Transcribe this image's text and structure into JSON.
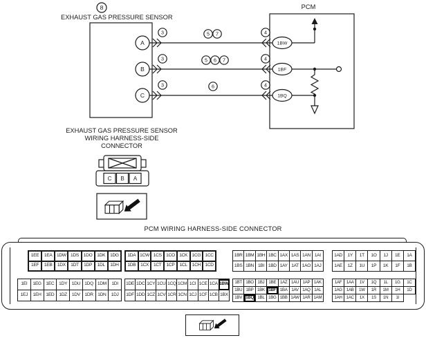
{
  "ink": "#1a1a1a",
  "diagram": {
    "circuit_number": "8",
    "sensor": {
      "label": "EXHAUST GAS PRESSURE SENSOR",
      "pins": [
        "A",
        "B",
        "C"
      ]
    },
    "pcm": {
      "label": "PCM",
      "terminals": [
        "1BW",
        "1BF",
        "1BQ"
      ]
    },
    "callouts": {
      "a_left": "3",
      "a_mid1": "5",
      "a_mid2": "7",
      "a_right": "4",
      "b_left": "3",
      "b_mid1": "5",
      "b_mid2": "6",
      "b_mid3": "7",
      "b_right": "4",
      "c_left": "3",
      "c_mid1": "6",
      "c_right": "4"
    }
  },
  "sensor_connector": {
    "title_lines": [
      "EXHAUST GAS PRESSURE SENSOR",
      "WIRING HARNESS-SIDE",
      "CONNECTOR"
    ],
    "pins": [
      "C",
      "B",
      "A"
    ]
  },
  "pcm_connector": {
    "title": "PCM WIRING HARNESS-SIDE CONNECTOR",
    "highlight_terminals": [
      "1BW",
      "1BF",
      "1BQ"
    ],
    "grids": [
      {
        "id": "top-1",
        "bold": true,
        "rows": [
          [
            "1EE",
            "1EA",
            "1DW",
            "1DS",
            "1DO",
            "1DK",
            "1DG"
          ],
          [
            "1EF",
            "1EB",
            "1DX",
            "1DT",
            "1DP",
            "1DL",
            "1DH"
          ]
        ]
      },
      {
        "id": "top-2",
        "bold": true,
        "rows": [
          [
            "1DA",
            "1CW",
            "1CS",
            "1CO",
            "1CK",
            "1CG",
            "1CC"
          ],
          [
            "1DB",
            "1CX",
            "1CT",
            "1CP",
            "1CL",
            "1CH",
            "1CD"
          ]
        ]
      },
      {
        "id": "top-3",
        "bold": false,
        "rows": [
          [
            "1BR",
            "1BM",
            "1BH",
            "1BC",
            "1AX",
            "1AS",
            "1AN",
            "1AI"
          ],
          [
            "1BS",
            "1BN",
            "1BI",
            "1BD",
            "1AY",
            "1AT",
            "1AO",
            "1AJ"
          ]
        ]
      },
      {
        "id": "top-4",
        "bold": false,
        "rows": [
          [
            "1AD",
            "1Y",
            "1T",
            "1O",
            "1J",
            "1E",
            "1A"
          ],
          [
            "1AE",
            "1Z",
            "1U",
            "1P",
            "1K",
            "1F",
            "1B"
          ]
        ]
      },
      {
        "id": "bottom-1",
        "bold": false,
        "rows": [
          [
            "1EI",
            "1EG",
            "1EC",
            "1DY",
            "1DU",
            "1DQ",
            "1DM",
            "1DI"
          ],
          [
            "1EJ",
            "1EH",
            "1ED",
            "1DZ",
            "1DV",
            "1DR",
            "1DN",
            "1DJ"
          ]
        ]
      },
      {
        "id": "bottom-2",
        "bold": false,
        "rows": [
          [
            "1DE",
            "1DC",
            "1CY",
            "1CU",
            "1CQ",
            "1CM",
            "1CI",
            "1CE",
            "1CA",
            "1BW"
          ],
          [
            "1DF",
            "1DD",
            "1CZ",
            "1CV",
            "1CR",
            "1CN",
            "1CJ",
            "1CF",
            "1CB",
            "1BX"
          ]
        ]
      },
      {
        "id": "bottom-3",
        "bold": false,
        "rows": [
          [
            "1BT",
            "1BO",
            "1BJ",
            "1BE",
            "1AZ",
            "1AU",
            "1AP",
            "1AK"
          ],
          [
            "1BU",
            "1BP",
            "1BK",
            "1BF",
            "1BA",
            "1AV",
            "1AQ",
            "1AL"
          ],
          [
            "1BV",
            "1BQ",
            "1BL",
            "1BG",
            "1BB",
            "1AW",
            "1AR",
            "1AM"
          ]
        ]
      },
      {
        "id": "bottom-4",
        "bold": false,
        "rows": [
          [
            "1AF",
            "1AA",
            "1V",
            "1Q",
            "1L",
            "1G",
            "1C"
          ],
          [
            "1AG",
            "1AB",
            "1W",
            "1R",
            "1M",
            "1H",
            "1D"
          ],
          [
            "1AH",
            "1AC",
            "1X",
            "1S",
            "1N",
            "1I"
          ]
        ]
      }
    ]
  }
}
